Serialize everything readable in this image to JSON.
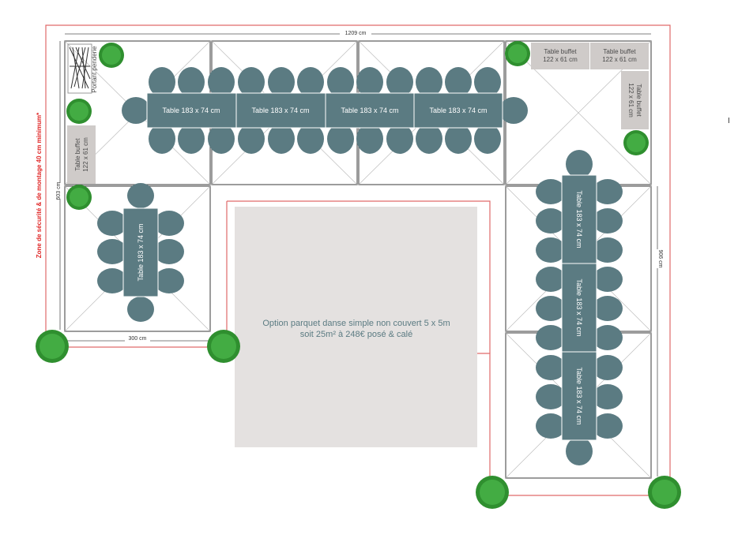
{
  "labels": {
    "dim_total_width": "1209 cm",
    "dim_left_height": "603 cm",
    "dim_right_height": "906 cm",
    "dim_bottom_width": "300 cm",
    "safety_zone": "Zone de sécurité & de montage 40 cm minimum*",
    "coat_rack": "Portant penderie",
    "table_label": "Table 183 x 74 cm",
    "buffet_line1": "Table buffet",
    "buffet_line2": "122 x 61 cm",
    "dance_floor_line1": "Option parquet danse simple non couvert 5 x 5m",
    "dance_floor_line2": "soit 25m² à 248€ posé & calé",
    "cursor_mark": "I"
  },
  "colors": {
    "table": "#5b7b82",
    "tent_border": "#5a5a5a",
    "safety_line": "#e06a6a",
    "buffet": "#cfcbc9",
    "dance_floor": "#e4e1e0",
    "plant": "#2f8f2f"
  },
  "icons": [
    "plant-icon",
    "coat-rack-icon"
  ]
}
